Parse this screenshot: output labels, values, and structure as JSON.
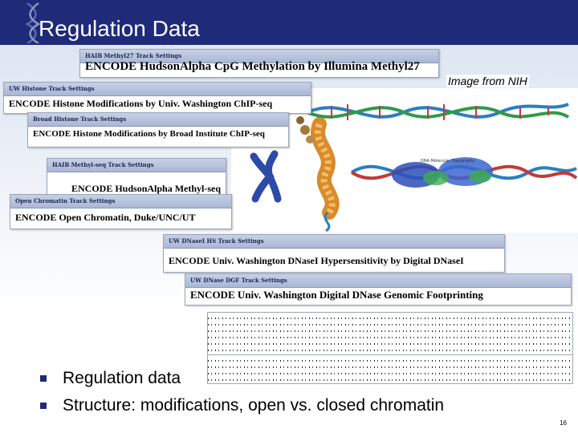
{
  "slide": {
    "title": "Regulation Data",
    "image_credit": "Image from NIH",
    "page_number": "16"
  },
  "panels": [
    {
      "header": "HAIB Methyl27 Track Settings",
      "title": "ENCODE HudsonAlpha CpG Methylation by Illumina Methyl27"
    },
    {
      "header": "UW Histone Track Settings",
      "title": "ENCODE Histone Modifications by Univ. Washington ChIP-seq"
    },
    {
      "header": "Broad Histone Track Settings",
      "title": "ENCODE Histone Modifications by Broad Institute ChIP-seq"
    },
    {
      "header": "HAIB Methyl-seq Track Settings",
      "title": "ENCODE HudsonAlpha Methyl-seq"
    },
    {
      "header": "Open Chromatin Track Settings",
      "title": "ENCODE Open Chromatin, Duke/UNC/UT"
    },
    {
      "header": "UW DNaseI HS Track Settings",
      "title": "ENCODE Univ. Washington DNaseI Hypersensitivity by Digital DNaseI"
    },
    {
      "header": "UW DNase DGF Track Settings",
      "title": "ENCODE Univ. Washington Digital DNase Genomic Footprinting"
    }
  ],
  "bullets": [
    "Regulation data",
    "Structure: modifications, open vs. closed chromatin"
  ],
  "colors": {
    "title_bar": "#1f2b78",
    "bullet_marker": "#1f2b78",
    "panel_header": "#aab7d6"
  }
}
